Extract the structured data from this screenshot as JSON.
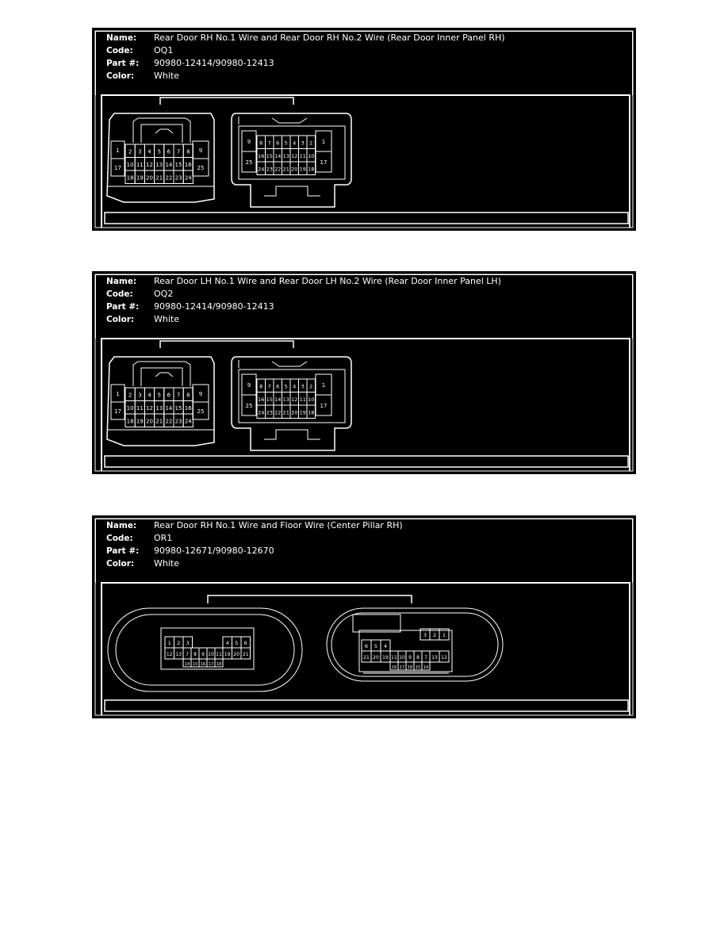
{
  "labels": {
    "name": "Name:",
    "code": "Code:",
    "part": "Part #:",
    "color": "Color:"
  },
  "connectors": [
    {
      "name": "Rear Door RH No.1 Wire and Rear Door RH No.2 Wire (Rear Door Inner Panel RH)",
      "code": "OQ1",
      "part": "90980-12414/90980-12413",
      "color": "White",
      "type": "OQ",
      "left_pins": {
        "big": [
          "1",
          "17",
          "9",
          "25"
        ],
        "rows": [
          [
            "2",
            "3",
            "4",
            "5",
            "6",
            "7",
            "8"
          ],
          [
            "10",
            "11",
            "12",
            "13",
            "14",
            "15",
            "16"
          ],
          [
            "18",
            "19",
            "20",
            "21",
            "22",
            "23",
            "24"
          ]
        ]
      },
      "right_pins": {
        "big": [
          "9",
          "25",
          "1",
          "17"
        ],
        "rows": [
          [
            "8",
            "7",
            "6",
            "5",
            "4",
            "3",
            "2"
          ],
          [
            "16",
            "15",
            "14",
            "13",
            "12",
            "11",
            "10"
          ],
          [
            "24",
            "23",
            "22",
            "21",
            "20",
            "19",
            "18"
          ]
        ]
      }
    },
    {
      "name": "Rear Door LH No.1 Wire and Rear Door LH No.2 Wire (Rear Door Inner Panel LH)",
      "code": "OQ2",
      "part": "90980-12414/90980-12413",
      "color": "White",
      "type": "OQ",
      "left_pins": {
        "big": [
          "1",
          "17",
          "9",
          "25"
        ],
        "rows": [
          [
            "2",
            "3",
            "4",
            "5",
            "6",
            "7",
            "8"
          ],
          [
            "10",
            "11",
            "12",
            "13",
            "14",
            "15",
            "16"
          ],
          [
            "18",
            "19",
            "20",
            "21",
            "22",
            "23",
            "24"
          ]
        ]
      },
      "right_pins": {
        "big": [
          "9",
          "25",
          "1",
          "17"
        ],
        "rows": [
          [
            "8",
            "7",
            "6",
            "5",
            "4",
            "3",
            "2"
          ],
          [
            "16",
            "15",
            "14",
            "13",
            "12",
            "11",
            "10"
          ],
          [
            "24",
            "23",
            "22",
            "21",
            "20",
            "19",
            "18"
          ]
        ]
      }
    },
    {
      "name": "Rear Door RH No.1 Wire and Floor Wire (Center Pillar RH)",
      "code": "OR1",
      "part": "90980-12671/90980-12670",
      "color": "White",
      "type": "OR",
      "left_pins": {
        "top_left": [
          "1",
          "2",
          "3"
        ],
        "top_right": [
          "4",
          "5",
          "6"
        ],
        "mid": [
          "12",
          "13",
          "7",
          "8",
          "9",
          "10",
          "11",
          "19",
          "20",
          "21"
        ],
        "bottom": [
          "14",
          "15",
          "16",
          "17",
          "18"
        ]
      },
      "right_pins": {
        "top_left": [
          "6",
          "5",
          "4"
        ],
        "top_right": [
          "3",
          "2",
          "1"
        ],
        "mid": [
          "21",
          "20",
          "19",
          "11",
          "10",
          "9",
          "8",
          "7",
          "13",
          "12"
        ],
        "bottom": [
          "16",
          "17",
          "18",
          "15",
          "14"
        ]
      }
    }
  ]
}
